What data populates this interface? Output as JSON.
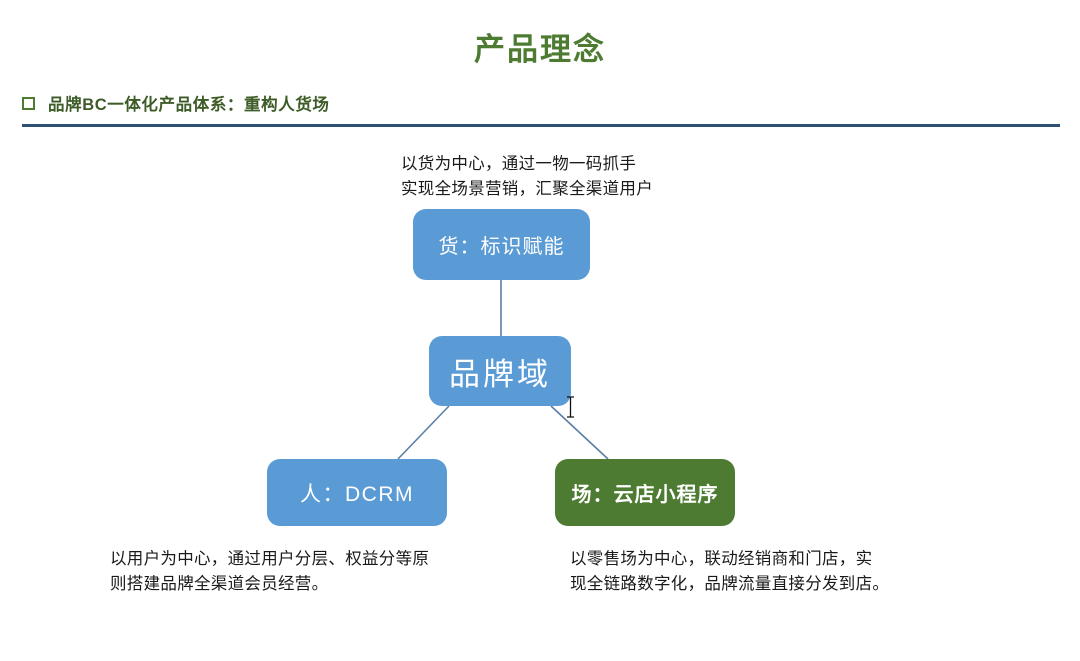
{
  "slide": {
    "title": "产品理念",
    "subtitle": "品牌BC一体化产品体系：重构人货场",
    "title_color": "#4E7B32",
    "rule_color": "#2E5073",
    "bullet_icon": "square-outline-icon"
  },
  "diagram": {
    "type": "hub-and-spoke",
    "center": {
      "id": "brand-domain",
      "label": "品牌域",
      "color": "#5B9BD5"
    },
    "nodes": [
      {
        "id": "goods",
        "label": "货：标识赋能",
        "color": "#5B9BD5",
        "caption": "以货为中心，通过一物一码抓手\n实现全场景营销，汇聚全渠道用户"
      },
      {
        "id": "people",
        "label": "人：DCRM",
        "color": "#5B9BD5",
        "caption": "以用户为中心，通过用户分层、权益分等原\n则搭建品牌全渠道会员经营。"
      },
      {
        "id": "place",
        "label": "场：云店小程序",
        "color": "#4E7B32",
        "caption": "以零售场为中心，联动经销商和门店，实\n现全链路数字化，品牌流量直接分发到店。"
      }
    ],
    "connector_color": "#5A7FA6"
  },
  "cursor": {
    "type": "text-ibeam-cursor"
  }
}
